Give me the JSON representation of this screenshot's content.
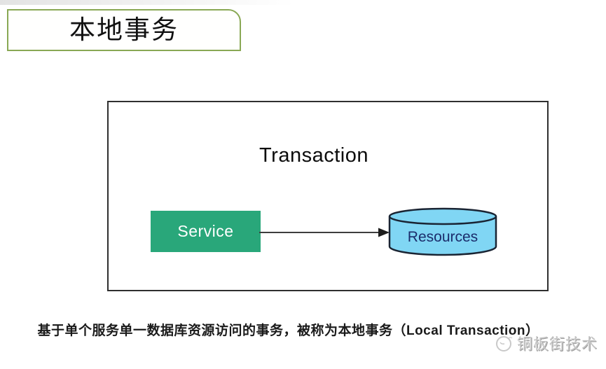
{
  "title": {
    "text": "本地事务"
  },
  "diagram": {
    "label": "Transaction",
    "service": {
      "label": "Service"
    },
    "resources": {
      "label": "Resources"
    }
  },
  "caption": {
    "text": "基于单个服务单一数据库资源访问的事务，被称为本地事务（Local Transaction）"
  },
  "watermark": {
    "text": "铜板街技术",
    "logo_icon": "tongbanjie-coin-icon"
  },
  "colors": {
    "title_border": "#89a854",
    "service_fill": "#29a77a",
    "service_text": "#ffffff",
    "resources_fill": "#80d6f4",
    "resources_stroke": "#1a2433",
    "resources_text": "#1b2c6b",
    "diagram_border": "#2f2f2f",
    "arrow": "#3d3d3d",
    "caption_text": "#1a1a1a",
    "watermark_text": "#c4c4c4"
  }
}
